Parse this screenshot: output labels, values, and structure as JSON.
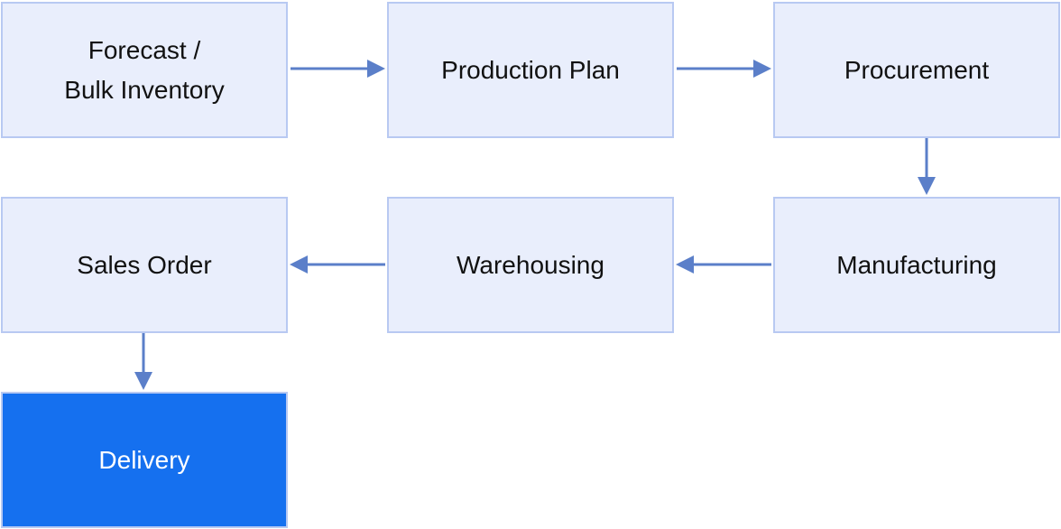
{
  "nodes": {
    "forecast": {
      "line1": "Forecast /",
      "line2": "Bulk Inventory"
    },
    "production_plan": "Production Plan",
    "procurement": "Procurement",
    "manufacturing": "Manufacturing",
    "warehousing": "Warehousing",
    "sales_order": "Sales Order",
    "delivery": "Delivery"
  },
  "edges": [
    {
      "from": "Forecast / Bulk Inventory",
      "to": "Production Plan"
    },
    {
      "from": "Production Plan",
      "to": "Procurement"
    },
    {
      "from": "Procurement",
      "to": "Manufacturing"
    },
    {
      "from": "Manufacturing",
      "to": "Warehousing"
    },
    {
      "from": "Warehousing",
      "to": "Sales Order"
    },
    {
      "from": "Sales Order",
      "to": "Delivery"
    }
  ],
  "colors": {
    "node_fill": "#e9eefc",
    "node_border": "#b8c9f2",
    "arrow": "#5b7fc9",
    "final_fill": "#1570ef",
    "final_text": "#ffffff",
    "text": "#111111"
  }
}
